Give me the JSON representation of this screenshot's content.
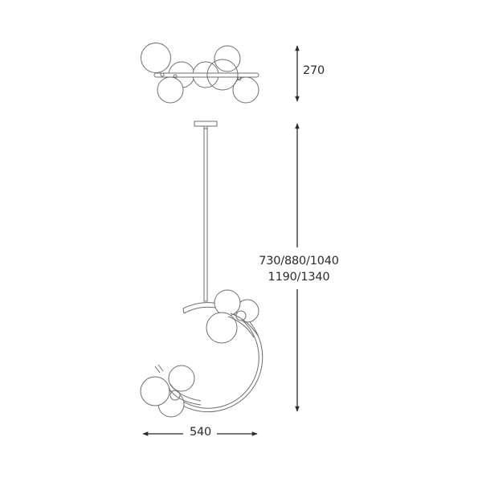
{
  "drawing": {
    "subject": "pendant lamp technical dimension drawing",
    "views": [
      "top view",
      "front view"
    ],
    "line_color": "#6e6e6e",
    "dimension_color": "#2b2b2b"
  },
  "dimensions": {
    "top_view_height": {
      "value": "270"
    },
    "overall_height": {
      "line1": "730/880/1040",
      "line2": "1190/1340"
    },
    "overall_width": {
      "value": "540"
    }
  }
}
